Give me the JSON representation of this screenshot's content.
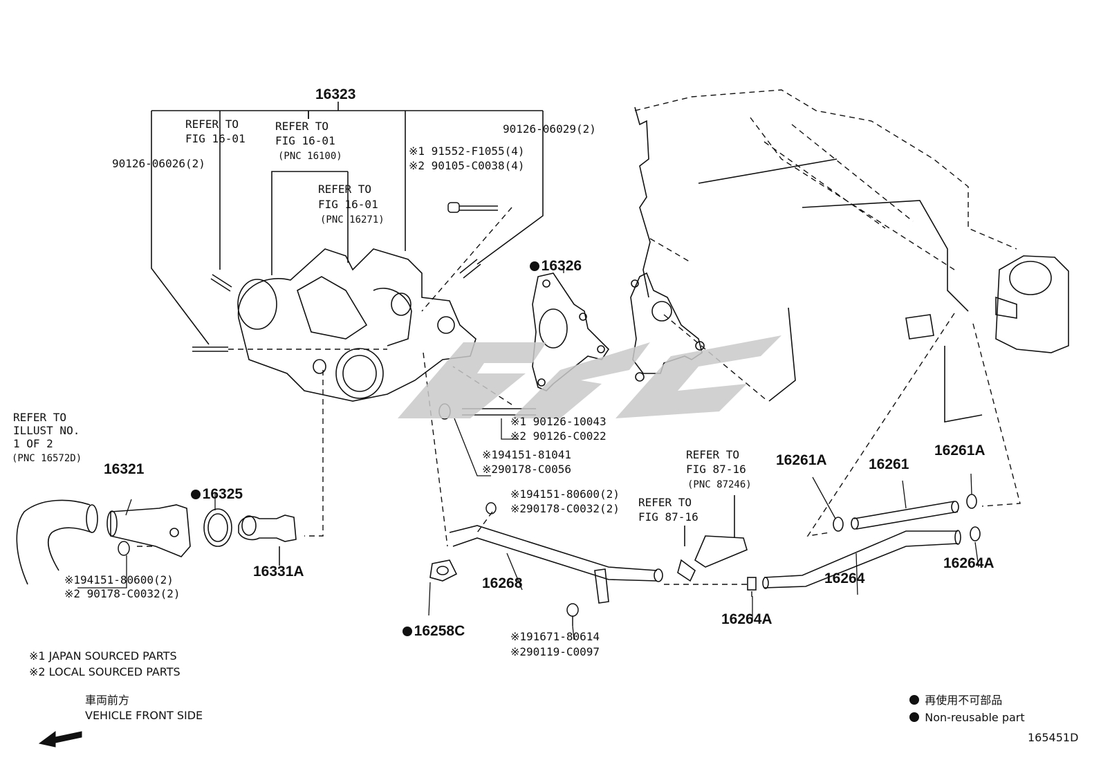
{
  "diagram_id": "165451D",
  "labels": {
    "p16323": "16323",
    "refer1_a": "REFER TO",
    "refer1_b": "FIG 16-01",
    "refer2_a": "REFER TO",
    "refer2_b": "FIG 16-01",
    "refer2_c": "(PNC 16100)",
    "refer3_a": "REFER TO",
    "refer3_b": "FIG 16-01",
    "refer3_c": "(PNC 16271)",
    "bolt_06026": "90126-06026(2)",
    "bolt_06029": "90126-06029(2)",
    "bolt_f1055": "※1 91552-F1055(4)",
    "bolt_c0038": "※2 90105-C0038(4)",
    "p16326": "16326",
    "bolt_10043": "※1 90126-10043",
    "bolt_c0022": "※2 90126-C0022",
    "nut_81041": "※194151-81041",
    "nut_c0056": "※290178-C0056",
    "nut_80600_mid": "※194151-80600(2)",
    "nut_c0032_mid": "※290178-C0032(2)",
    "refer4_a": "REFER TO",
    "refer4_b": "ILLUST NO.",
    "refer4_c": "1 OF 2",
    "refer4_d": "(PNC 16572D)",
    "p16321": "16321",
    "p16325": "16325",
    "p16331A": "16331A",
    "nut_80600_left": "※194151-80600(2)",
    "nut_c0032_left": "※2 90178-C0032(2)",
    "p16268": "16268",
    "p16258C": "16258C",
    "bolt_80614": "※191671-80614",
    "bolt_c0097": "※290119-C0097",
    "refer5_a": "REFER TO",
    "refer5_b": "FIG 87-16",
    "refer5_c": "(PNC 87246)",
    "refer6_a": "REFER TO",
    "refer6_b": "FIG 87-16",
    "p16264A_mid": "16264A",
    "p16261A_l": "16261A",
    "p16261": "16261",
    "p16261A_r": "16261A",
    "p16264": "16264",
    "p16264A_r": "16264A"
  },
  "notes": {
    "japan": "※1 JAPAN SOURCED PARTS",
    "local": "※2 LOCAL SOURCED PARTS",
    "front_jp": "車両前方",
    "front_en": "VEHICLE FRONT SIDE"
  },
  "legend": {
    "jp": "再使用不可部品",
    "en": "Non-reusable part"
  },
  "colors": {
    "line": "#111111",
    "watermark": "#c8c8c8"
  }
}
